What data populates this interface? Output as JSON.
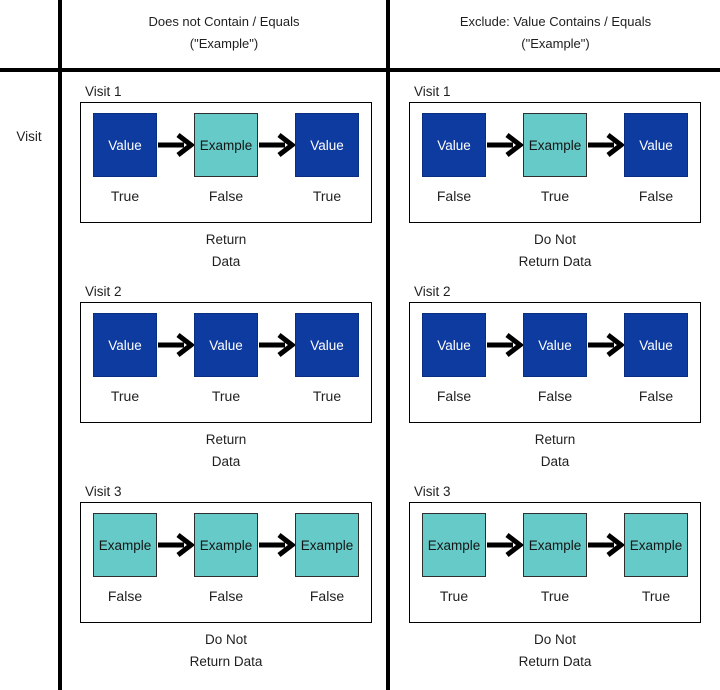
{
  "headers": {
    "left_line1": "Does not Contain / Equals",
    "left_line2": "(\"Example\")",
    "right_line1": "Exclude: Value Contains / Equals",
    "right_line2": "(\"Example\")"
  },
  "row_label": "Visit",
  "colors": {
    "value_fill": "#0d3ba0",
    "value_text": "#ffffff",
    "example_fill": "#66cbc8",
    "example_text": "#141414",
    "line": "#000000"
  },
  "columns": [
    {
      "visits": [
        {
          "label": "Visit 1",
          "nodes": [
            {
              "text": "Value",
              "type": "value",
              "result": "True"
            },
            {
              "text": "Example",
              "type": "example",
              "result": "False"
            },
            {
              "text": "Value",
              "type": "value",
              "result": "True"
            }
          ],
          "caption1": "Return",
          "caption2": "Data"
        },
        {
          "label": "Visit 2",
          "nodes": [
            {
              "text": "Value",
              "type": "value",
              "result": "True"
            },
            {
              "text": "Value",
              "type": "value",
              "result": "True"
            },
            {
              "text": "Value",
              "type": "value",
              "result": "True"
            }
          ],
          "caption1": "Return",
          "caption2": "Data"
        },
        {
          "label": "Visit 3",
          "nodes": [
            {
              "text": "Example",
              "type": "example",
              "result": "False"
            },
            {
              "text": "Example",
              "type": "example",
              "result": "False"
            },
            {
              "text": "Example",
              "type": "example",
              "result": "False"
            }
          ],
          "caption1": "Do Not",
          "caption2": "Return Data"
        }
      ]
    },
    {
      "visits": [
        {
          "label": "Visit 1",
          "nodes": [
            {
              "text": "Value",
              "type": "value",
              "result": "False"
            },
            {
              "text": "Example",
              "type": "example",
              "result": "True"
            },
            {
              "text": "Value",
              "type": "value",
              "result": "False"
            }
          ],
          "caption1": "Do Not",
          "caption2": "Return Data"
        },
        {
          "label": "Visit 2",
          "nodes": [
            {
              "text": "Value",
              "type": "value",
              "result": "False"
            },
            {
              "text": "Value",
              "type": "value",
              "result": "False"
            },
            {
              "text": "Value",
              "type": "value",
              "result": "False"
            }
          ],
          "caption1": "Return",
          "caption2": "Data"
        },
        {
          "label": "Visit 3",
          "nodes": [
            {
              "text": "Example",
              "type": "example",
              "result": "True"
            },
            {
              "text": "Example",
              "type": "example",
              "result": "True"
            },
            {
              "text": "Example",
              "type": "example",
              "result": "True"
            }
          ],
          "caption1": "Do Not",
          "caption2": "Return Data"
        }
      ]
    }
  ]
}
